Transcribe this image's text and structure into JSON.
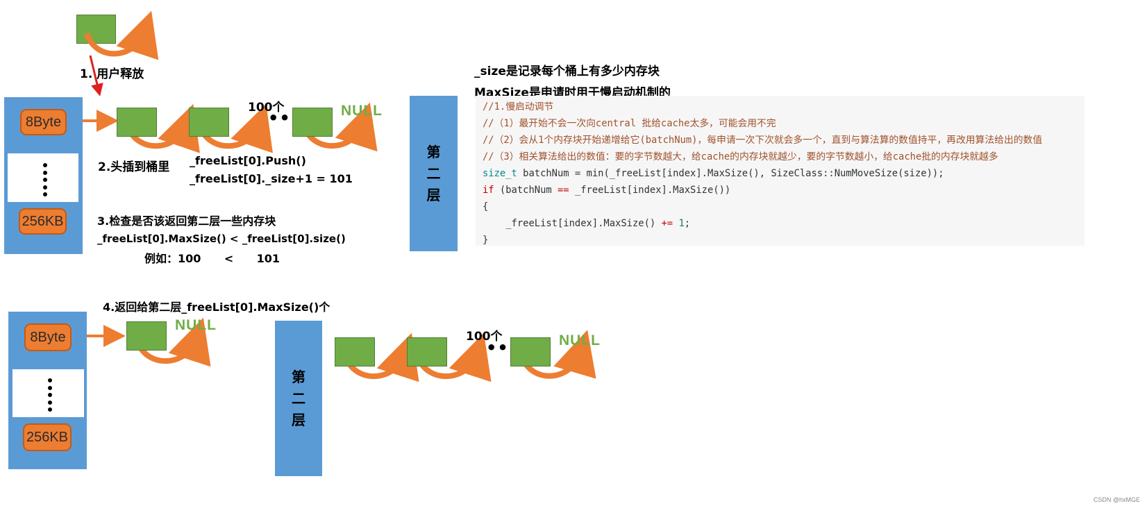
{
  "labels": {
    "step1": "1.  用户释放",
    "step2": "2.头插到桶里",
    "push": "_freeList[0].Push()",
    "size_inc": "_freeList[0]._size+1 = 101",
    "step3": "3.检查是否该返回第二层一些内存块",
    "check": "_freeList[0].MaxSize() < _freeList[0].size()",
    "example": "例如：100      <      101",
    "step4": "4.返回给第二层_freeList[0].MaxSize()个",
    "count_top": "100个",
    "count_bottom": "100个",
    "null_text": "NULL",
    "size_note": "_size是记录每个桶上有多少内存块",
    "maxsize_note": "MaxSize是申请时用于慢启动机制的"
  },
  "bucket_top": {
    "first": "8Byte",
    "last": "256KB"
  },
  "bucket_bottom": {
    "first": "8Byte",
    "last": "256KB"
  },
  "layer": {
    "chars": [
      "第",
      "二",
      "层"
    ]
  },
  "code": {
    "l1": "//1.慢启动调节",
    "l2": "//（1）最开始不会一次向central 批给cache太多，可能会用不完",
    "l3": "//（2）会从1个内存块开始递增给它(batchNum)，每申请一次下次就会多一个，直到与算法算的数值持平，再改用算法给出的数值",
    "l4": "//（3）相关算法给出的数值：要的字节数越大，给cache的内存块就越少，要的字节数越小，给cache批的内存块就越多",
    "l5_type": "size_t",
    "l5_rest": " batchNum = min(_freeList[index].MaxSize(), SizeClass::NumMoveSize(size));",
    "l6_kw": "if",
    "l6_a": " (batchNum ",
    "l6_op": "==",
    "l6_b": " _freeList[index].MaxSize())",
    "l7": "{",
    "l8_a": "    _freeList[index].MaxSize() ",
    "l8_op": "+=",
    "l8_sp": " ",
    "l8_num": "1",
    "l8_end": ";",
    "l9": "}"
  },
  "watermark": "CSDN @hxMGE",
  "colors": {
    "bucket": "#5b9bd5",
    "tag": "#ed7d31",
    "block": "#70ad47",
    "arrow": "#ed7d31",
    "null": "#70ad47",
    "release_arrow": "#e02020"
  }
}
